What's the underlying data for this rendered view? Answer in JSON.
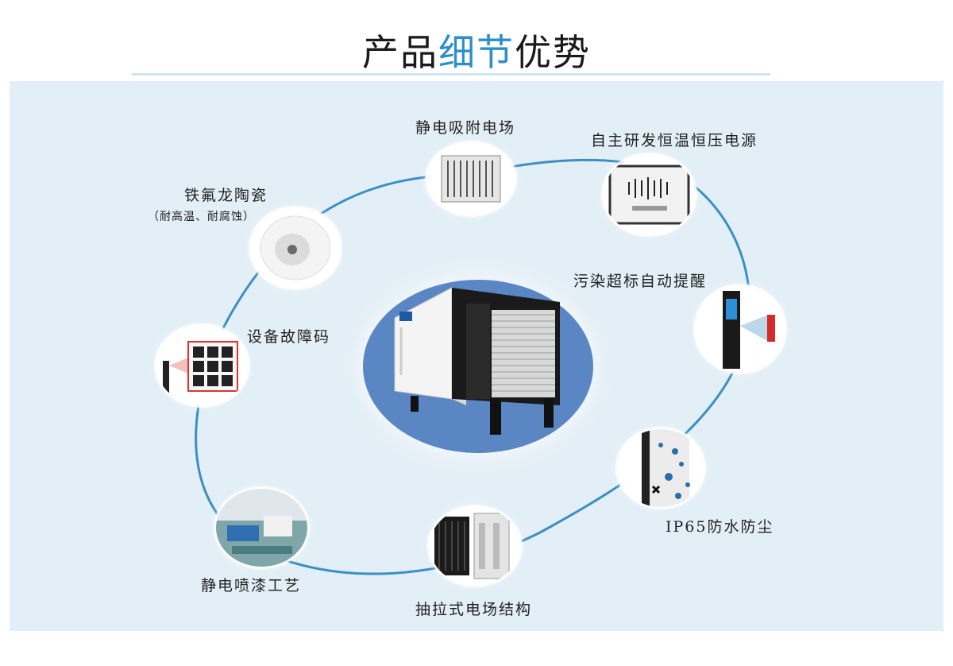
{
  "title": {
    "part1": "产品",
    "accent": "细节",
    "part2": "优势"
  },
  "colors": {
    "accent": "#2a8fcb",
    "ring": "#3d8fc0",
    "panel": "#e3eff6",
    "center_disc": "#5b86c4"
  },
  "features": {
    "electrostatic_field": "静电吸附电场",
    "power_supply": "自主研发恒温恒压电源",
    "ptfe": "铁氟龙陶瓷",
    "ptfe_note": "（耐高温、耐腐蚀）",
    "alarm": "污染超标自动提醒",
    "fault_code": "设备故障码",
    "waterproof": "IP65防水防尘",
    "spray": "静电喷漆工艺",
    "drawer": "抽拉式电场结构"
  }
}
